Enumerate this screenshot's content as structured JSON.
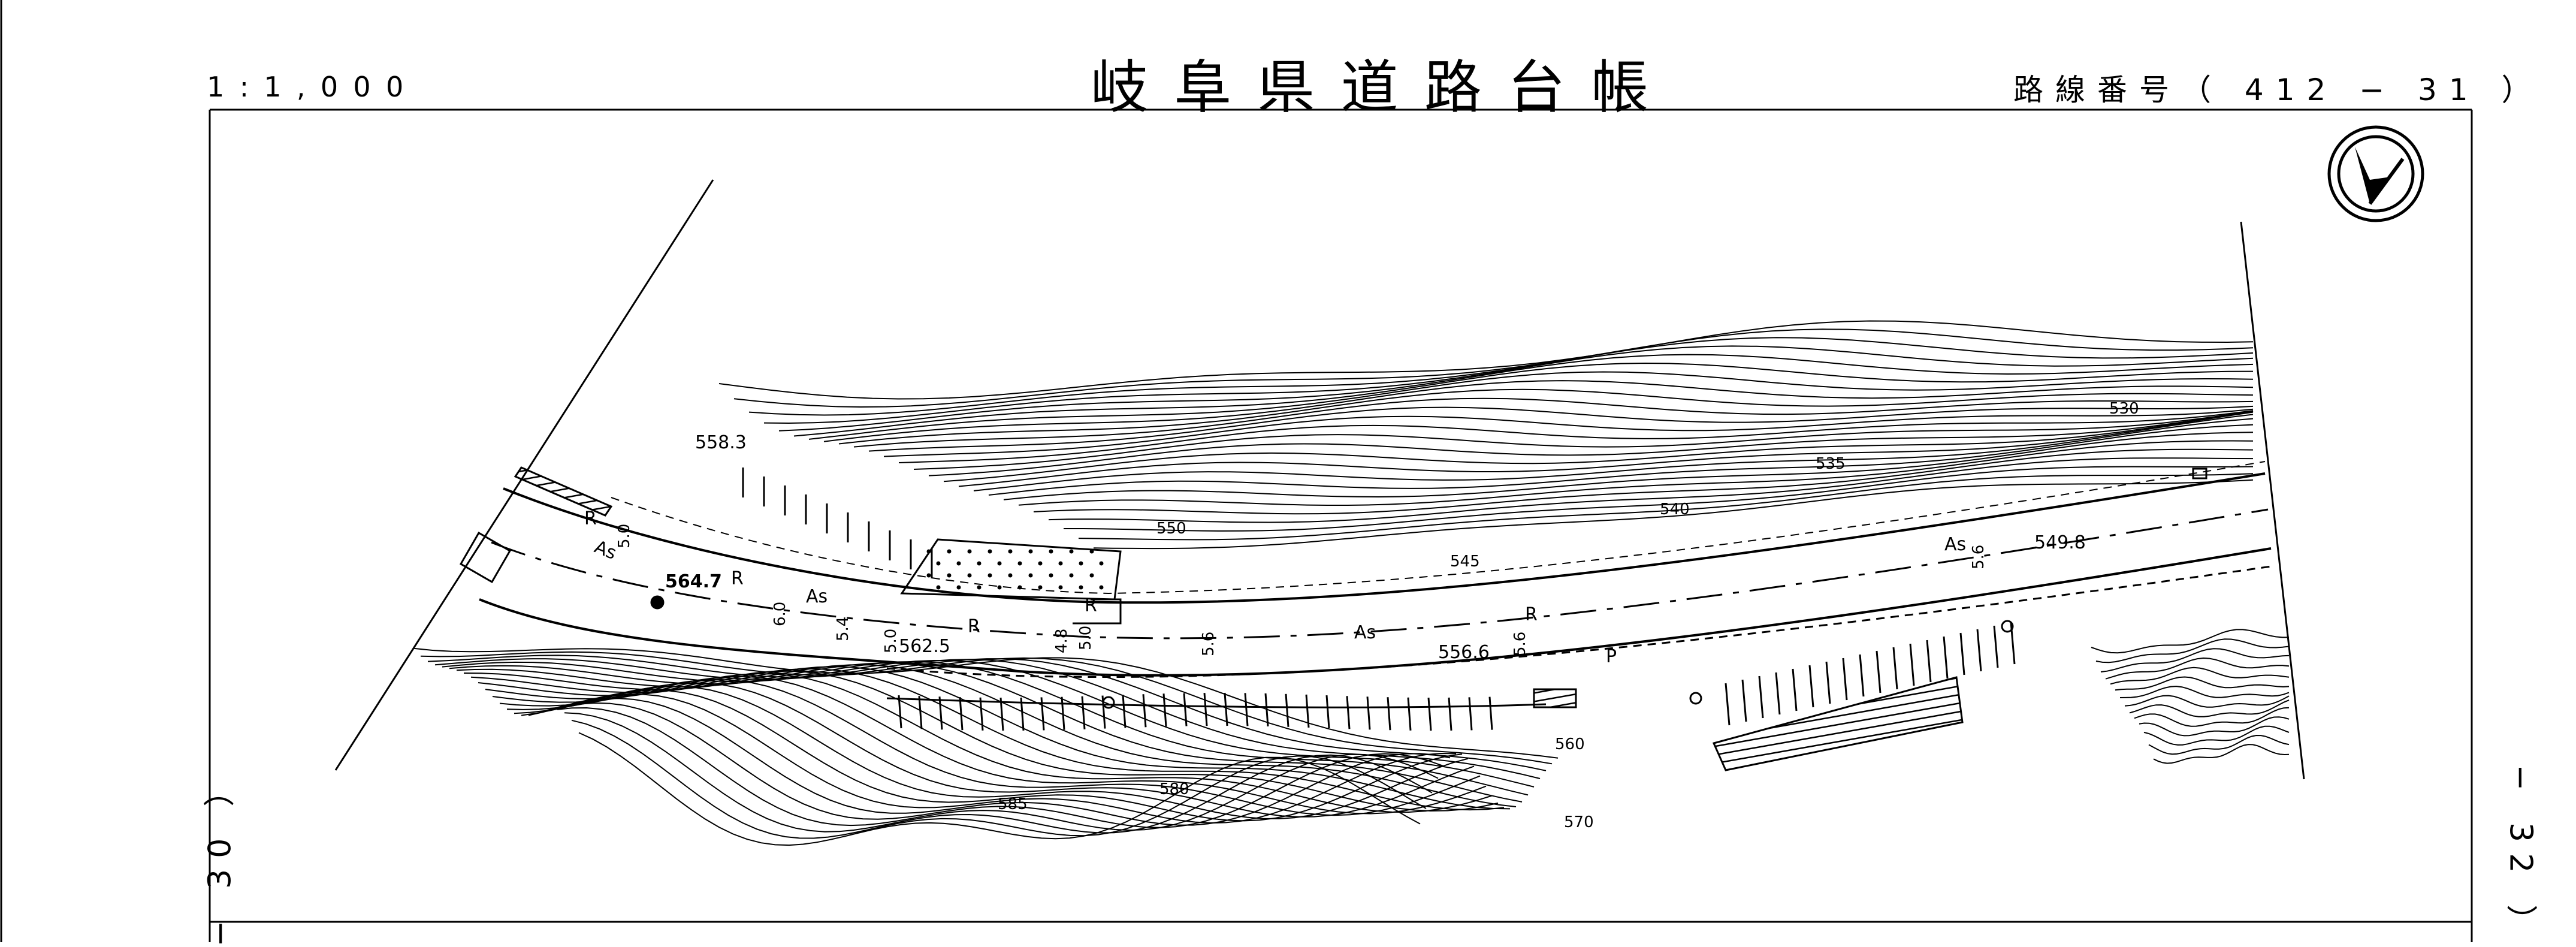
{
  "header": {
    "scale": "1:1,000",
    "title": "岐阜県道路台帳",
    "route_label": "路線番号（ 412 − 31 ）"
  },
  "side_labels": {
    "left": "− 30 ）",
    "right": "− 32 ）"
  },
  "north_arrow": {
    "icon": "north-arrow-icon"
  },
  "map": {
    "contours": [
      "530",
      "535",
      "540",
      "545",
      "550",
      "560",
      "570",
      "580",
      "585"
    ],
    "elevations": [
      "558.3",
      "564.7",
      "562.5",
      "556.6",
      "549.8"
    ],
    "road_widths": [
      "5.0",
      "6.0",
      "5.4",
      "5.0",
      "4.8",
      "5.0",
      "5.6",
      "5.6",
      "5.6"
    ],
    "surface_labels": [
      "As",
      "As",
      "As",
      "As"
    ],
    "road_marks": [
      "R",
      "R",
      "R",
      "R",
      "R",
      "P"
    ]
  },
  "colors": {
    "ink": "#000000",
    "paper": "#ffffff"
  }
}
